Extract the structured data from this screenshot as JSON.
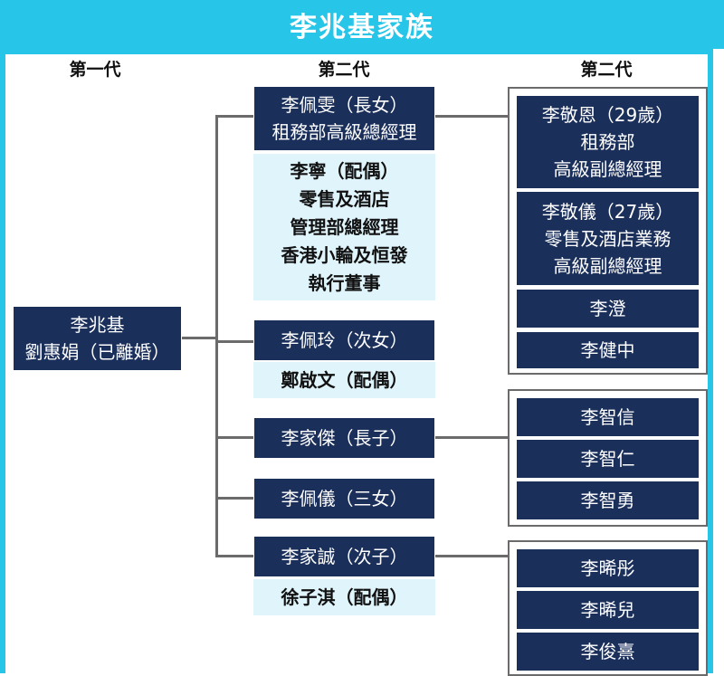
{
  "title": "李兆基家族",
  "headers": {
    "col1": "第一代",
    "col2": "第二代",
    "col3": "第二代"
  },
  "root": {
    "lines": [
      "李兆基",
      "劉惠娟（已離婚）"
    ]
  },
  "children": [
    {
      "lines": [
        "李佩雯（長女）",
        "租務部高級總經理"
      ],
      "spouse": [
        "李寧（配偶）",
        "零售及酒店",
        "管理部總經理",
        "香港小輪及恒發",
        "執行董事"
      ]
    },
    {
      "lines": [
        "李佩玲（次女）"
      ],
      "spouse": [
        "鄭啟文（配偶）"
      ]
    },
    {
      "lines": [
        "李家傑（長子）"
      ]
    },
    {
      "lines": [
        "李佩儀（三女）"
      ]
    },
    {
      "lines": [
        "李家誠（次子）"
      ],
      "spouse": [
        "徐子淇（配偶）"
      ]
    }
  ],
  "grandchildren": [
    [
      {
        "lines": [
          "李敬恩（29歲）",
          "租務部",
          "高級副總經理"
        ]
      },
      {
        "lines": [
          "李敬儀（27歲）",
          "零售及酒店業務",
          "高級副總經理"
        ]
      },
      {
        "lines": [
          "李澄"
        ]
      },
      {
        "lines": [
          "李健中"
        ]
      }
    ],
    [
      {
        "lines": [
          "李智信"
        ]
      },
      {
        "lines": [
          "李智仁"
        ]
      },
      {
        "lines": [
          "李智勇"
        ]
      }
    ],
    [
      {
        "lines": [
          "李晞彤"
        ]
      },
      {
        "lines": [
          "李晞兒"
        ]
      },
      {
        "lines": [
          "李俊熹"
        ]
      }
    ]
  ],
  "colors": {
    "title_bg": "#27c6e9",
    "box_bg": "#1b2f5b",
    "spouse_bg": "#dff4fb",
    "connector": "#6b6b6b"
  }
}
